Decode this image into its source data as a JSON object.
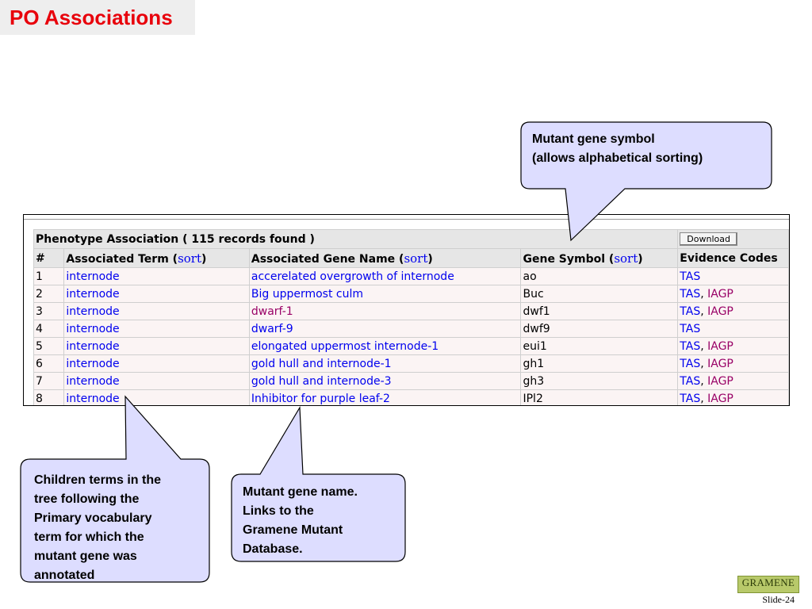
{
  "slide": {
    "title": "PO Associations",
    "footer": "Slide-24",
    "logo_text": "GRAMENE"
  },
  "table": {
    "caption": "Phenotype Association ( 115 records found )",
    "download_label": "Download",
    "sort_label": "sort",
    "headers": {
      "num": "#",
      "term_prefix": "Associated Term (",
      "gene_name_prefix": "Associated Gene Name (",
      "symbol_prefix": "Gene Symbol (",
      "close_paren": ")",
      "evidence": "Evidence Codes"
    },
    "rows": [
      {
        "num": "1",
        "term": "internode",
        "gene_name": "accerelated overgrowth of internode",
        "symbol": "ao",
        "ev1": "TAS",
        "sep": "",
        "ev2": ""
      },
      {
        "num": "2",
        "term": "internode",
        "gene_name": "Big uppermost culm",
        "symbol": "Buc",
        "ev1": "TAS",
        "sep": ", ",
        "ev2": "IAGP"
      },
      {
        "num": "3",
        "term": "internode",
        "gene_name": "dwarf-1",
        "symbol": "dwf1",
        "ev1": "TAS",
        "sep": ", ",
        "ev2": "IAGP"
      },
      {
        "num": "4",
        "term": "internode",
        "gene_name": "dwarf-9",
        "symbol": "dwf9",
        "ev1": "TAS",
        "sep": "",
        "ev2": ""
      },
      {
        "num": "5",
        "term": "internode",
        "gene_name": "elongated uppermost internode-1",
        "symbol": "eui1",
        "ev1": "TAS",
        "sep": ", ",
        "ev2": "IAGP"
      },
      {
        "num": "6",
        "term": "internode",
        "gene_name": "gold hull and internode-1",
        "symbol": "gh1",
        "ev1": "TAS",
        "sep": ", ",
        "ev2": "IAGP"
      },
      {
        "num": "7",
        "term": "internode",
        "gene_name": "gold hull and internode-3",
        "symbol": "gh3",
        "ev1": "TAS",
        "sep": ", ",
        "ev2": "IAGP"
      },
      {
        "num": "8",
        "term": "internode",
        "gene_name": "Inhibitor for purple leaf-2",
        "symbol": "IPl2",
        "ev1": "TAS",
        "sep": ", ",
        "ev2": "IAGP"
      }
    ]
  },
  "callouts": {
    "symbol": {
      "line1": "Mutant gene symbol",
      "line2": "(allows alphabetical sorting)"
    },
    "children": {
      "line1": "Children terms in the",
      "line2": "tree following the",
      "line3": "Primary vocabulary",
      "line4": "term for which the",
      "line5": "mutant gene was",
      "line6": "annotated"
    },
    "gene_name": {
      "line1": "Mutant gene name.",
      "line2": "Links to the",
      "line3": "Gramene Mutant",
      "line4": "Database."
    }
  },
  "colors": {
    "title_red": "#e8000b",
    "link_blue": "#0000ee",
    "visited_purple": "#990066",
    "callout_fill": "#ddddff"
  }
}
